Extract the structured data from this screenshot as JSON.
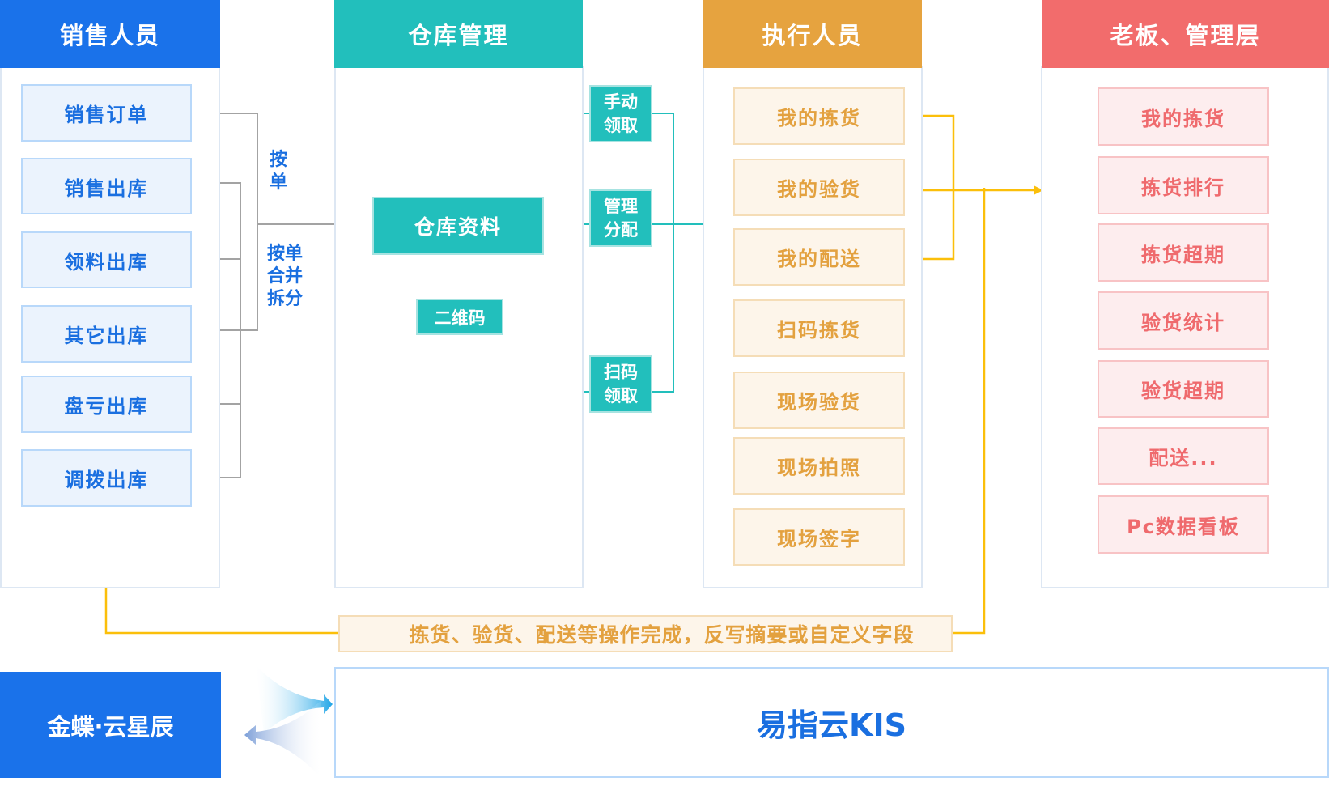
{
  "colors": {
    "sales_blue": "#1a72ea",
    "warehouse_teal": "#22bfbc",
    "executor_orange": "#e6a33f",
    "boss_red": "#f26c6c",
    "line_gray": "#a3a3a3",
    "line_yellow": "#fbbf0a"
  },
  "columns": {
    "sales": {
      "title": "销售人员",
      "items": [
        "销售订单",
        "销售出库",
        "领料出库",
        "其它出库",
        "盘亏出库",
        "调拨出库"
      ]
    },
    "warehouse": {
      "title": "仓库管理",
      "main_box": "仓库资料",
      "qr_box": "二维码",
      "methods": [
        {
          "line1": "手动",
          "line2": "领取"
        },
        {
          "line1": "管理",
          "line2": "分配"
        },
        {
          "line1": "扫码",
          "line2": "领取"
        }
      ]
    },
    "executor": {
      "title": "执行人员",
      "items": [
        "我的拣货",
        "我的验货",
        "我的配送",
        "扫码拣货",
        "现场验货",
        "现场拍照",
        "现场签字"
      ]
    },
    "management": {
      "title": "老板、管理层",
      "items": [
        "我的拣货",
        "拣货排行",
        "拣货超期",
        "验货统计",
        "验货超期",
        "配送...",
        "Pc数据看板"
      ]
    }
  },
  "connector_labels": {
    "by_order": {
      "line1": "按",
      "line2": "单"
    },
    "merge_split": {
      "line1": "按单",
      "line2": "合并",
      "line3": "拆分"
    }
  },
  "feedback_note": "拣货、验货、配送等操作完成，反写摘要或自定义字段",
  "bottom": {
    "left_system": "金蝶·云星辰",
    "right_system": "易指云KIS"
  }
}
